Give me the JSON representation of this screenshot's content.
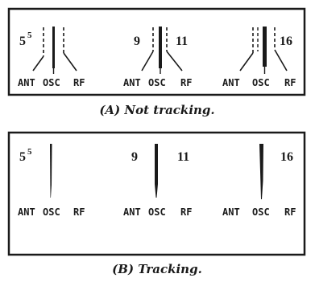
{
  "panel_a": {
    "caption": "(A) Not tracking.",
    "groups": [
      {
        "left_num": "5",
        "left_sup": "5",
        "right_num": "",
        "labels": [
          "ANT",
          "OSC",
          "RF"
        ]
      },
      {
        "left_num": "9",
        "left_sup": "",
        "right_num": "11",
        "labels": [
          "ANT",
          "OSC",
          "RF"
        ]
      },
      {
        "left_num": "",
        "left_sup": "",
        "right_num": "16",
        "labels": [
          "ANT",
          "OSC",
          "RF"
        ]
      }
    ]
  },
  "panel_b": {
    "caption": "(B) Tracking.",
    "groups": [
      {
        "left_num": "5",
        "left_sup": "5",
        "right_num": "",
        "labels": [
          "ANT",
          "OSC",
          "RF"
        ]
      },
      {
        "left_num": "9",
        "left_sup": "",
        "right_num": "11",
        "labels": [
          "ANT",
          "OSC",
          "RF"
        ]
      },
      {
        "left_num": "",
        "left_sup": "",
        "right_num": "16",
        "labels": [
          "ANT",
          "OSC",
          "RF"
        ]
      }
    ]
  }
}
